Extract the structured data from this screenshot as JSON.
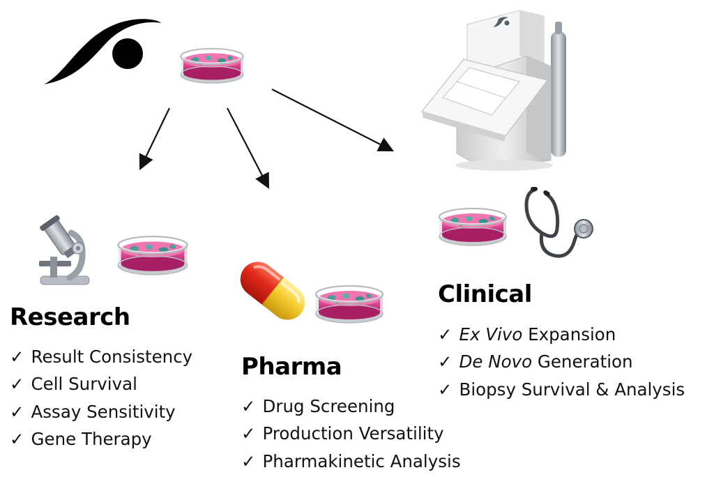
{
  "research": {
    "title": "Research",
    "items": [
      {
        "text": "Result Consistency"
      },
      {
        "text": "Cell Survival"
      },
      {
        "text": "Assay Sensitivity"
      },
      {
        "text": "Gene Therapy"
      }
    ]
  },
  "pharma": {
    "title": "Pharma",
    "items": [
      {
        "text": "Drug Screening"
      },
      {
        "text": "Production Versatility"
      },
      {
        "text": "Pharmakinetic Analysis"
      }
    ]
  },
  "clinical": {
    "title": "Clinical",
    "items": [
      {
        "italic": "Ex Vivo",
        "text": " Expansion"
      },
      {
        "italic": "De Novo",
        "text": " Generation"
      },
      {
        "text": "Biopsy Survival & Analysis"
      }
    ]
  },
  "check_glyph": "✓",
  "icons": [
    "logo-icon",
    "petri-dish-icon",
    "microscope-icon",
    "capsule-icon",
    "medical-scanner-icon",
    "stethoscope-icon",
    "arrow-icon"
  ],
  "colors": {
    "dish_media": "#d23c8a",
    "cell_colonies": "#4a9c9c",
    "capsule_red": "#d9231a",
    "capsule_yellow": "#f2c230"
  }
}
